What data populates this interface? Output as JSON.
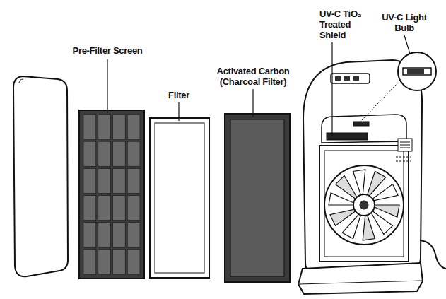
{
  "diagram": {
    "labels": [
      "Pre-Filter Screen",
      "Filter",
      "Activated Carbon (Charcoal Filter)",
      "UV-C TiO₂ Treated Shield",
      "UV-C Light Bulb"
    ]
  }
}
